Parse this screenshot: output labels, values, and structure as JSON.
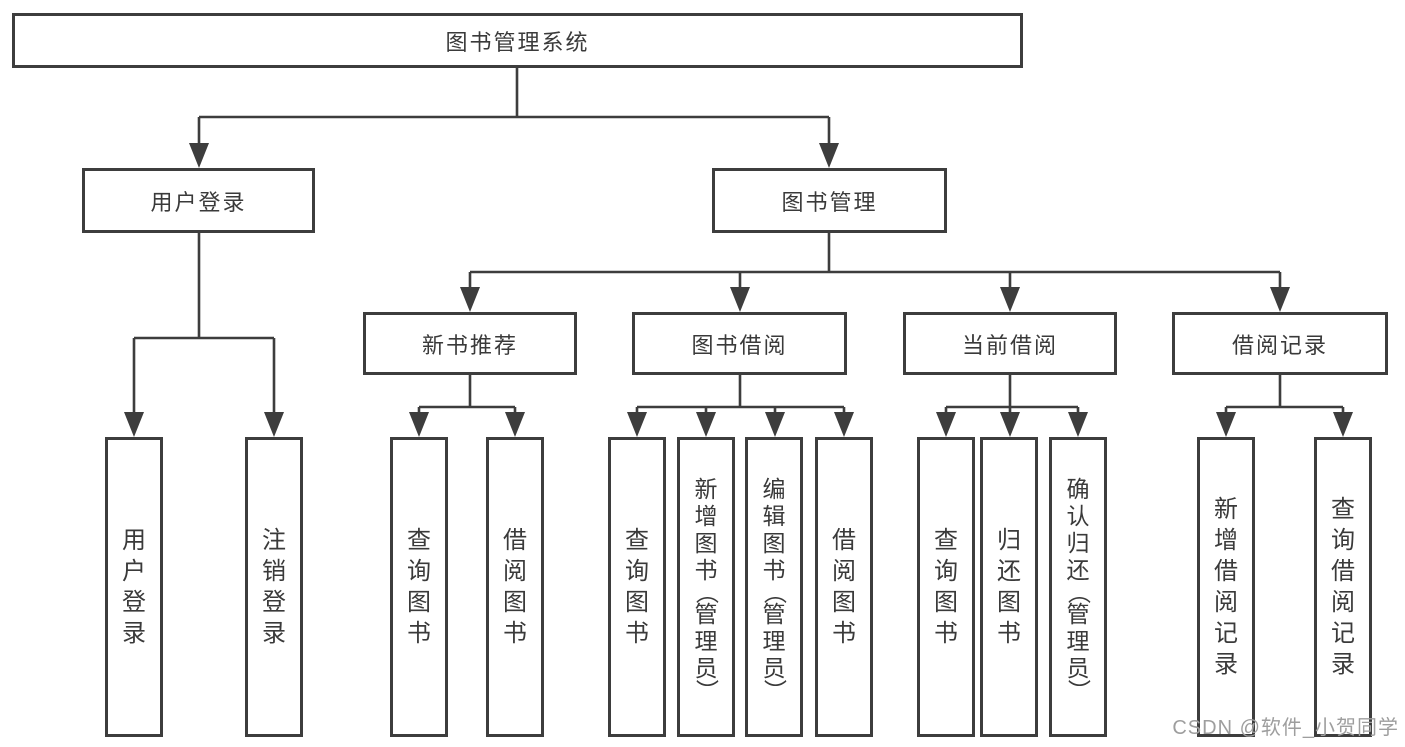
{
  "nodes": {
    "root": "图书管理系统",
    "user_login": "用户登录",
    "book_management": "图书管理",
    "new_book_recommend": "新书推荐",
    "book_borrow": "图书借阅",
    "current_borrow": "当前借阅",
    "borrow_records": "借阅记录"
  },
  "leaves": {
    "user_login": [
      "用户登录",
      "注销登录"
    ],
    "new_book_recommend": [
      "查询图书",
      "借阅图书"
    ],
    "book_borrow": [
      "查询图书",
      "新增图书（管理员）",
      "编辑图书（管理员）",
      "借阅图书"
    ],
    "current_borrow": [
      "查询图书",
      "归还图书",
      "确认归还（管理员）"
    ],
    "borrow_records": [
      "新增借阅记录",
      "查询借阅记录"
    ]
  },
  "watermark": "CSDN @软件_小贺同学",
  "colors": {
    "line": "#3d3d3d",
    "text": "#3a3a3a",
    "box_background": "#ffffff",
    "watermark": "#9e9e9e"
  }
}
